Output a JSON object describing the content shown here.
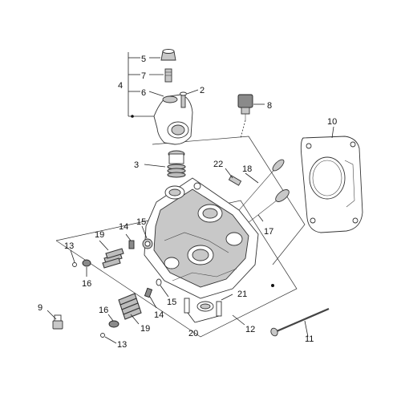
{
  "callouts": {
    "c1": "5",
    "c2": "7",
    "c3": "4",
    "c4": "6",
    "c5": "2",
    "c6": "8",
    "c7": "10",
    "c8": "3",
    "c9": "22",
    "c10": "18",
    "c11": "14",
    "c12": "15",
    "c13": "19",
    "c14": "13",
    "c15": "17",
    "c16": "16",
    "c17": "21",
    "c18": "15",
    "c19": "14",
    "c20": "9",
    "c21": "16",
    "c22": "19",
    "c23": "20",
    "c24": "12",
    "c25": "13",
    "c26": "11"
  }
}
